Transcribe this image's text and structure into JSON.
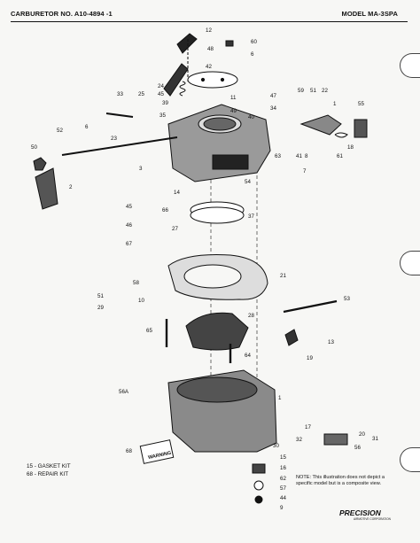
{
  "header": {
    "carburetor_no": "CARBURETOR NO. A10-4894 -1",
    "model": "MODEL MA-3SPA"
  },
  "callouts": [
    {
      "key": "c12",
      "text": "12"
    },
    {
      "key": "c60",
      "text": "60"
    },
    {
      "key": "c48",
      "text": "48"
    },
    {
      "key": "c6a",
      "text": "6"
    },
    {
      "key": "c42",
      "text": "42"
    },
    {
      "key": "c24",
      "text": "24"
    },
    {
      "key": "c45a",
      "text": "45"
    },
    {
      "key": "c39",
      "text": "39"
    },
    {
      "key": "c11",
      "text": "11"
    },
    {
      "key": "c47",
      "text": "47"
    },
    {
      "key": "c49",
      "text": "49"
    },
    {
      "key": "c34",
      "text": "34"
    },
    {
      "key": "c33",
      "text": "33"
    },
    {
      "key": "c25",
      "text": "25"
    },
    {
      "key": "c35",
      "text": "35"
    },
    {
      "key": "c59",
      "text": "59"
    },
    {
      "key": "c51a",
      "text": "51"
    },
    {
      "key": "c22",
      "text": "22"
    },
    {
      "key": "c1a",
      "text": "1"
    },
    {
      "key": "c55",
      "text": "55"
    },
    {
      "key": "c40",
      "text": "40"
    },
    {
      "key": "c6b",
      "text": "6"
    },
    {
      "key": "c52",
      "text": "52"
    },
    {
      "key": "c23",
      "text": "23"
    },
    {
      "key": "c50",
      "text": "50"
    },
    {
      "key": "c3",
      "text": "3"
    },
    {
      "key": "c2",
      "text": "2"
    },
    {
      "key": "c18",
      "text": "18"
    },
    {
      "key": "c63",
      "text": "63"
    },
    {
      "key": "c41",
      "text": "41"
    },
    {
      "key": "c8",
      "text": "8"
    },
    {
      "key": "c61",
      "text": "61"
    },
    {
      "key": "c7",
      "text": "7"
    },
    {
      "key": "c54",
      "text": "54"
    },
    {
      "key": "c14",
      "text": "14"
    },
    {
      "key": "c45b",
      "text": "45"
    },
    {
      "key": "c66",
      "text": "66"
    },
    {
      "key": "c37",
      "text": "37"
    },
    {
      "key": "c46",
      "text": "46"
    },
    {
      "key": "c27",
      "text": "27"
    },
    {
      "key": "c67",
      "text": "67"
    },
    {
      "key": "c21",
      "text": "21"
    },
    {
      "key": "c58",
      "text": "58"
    },
    {
      "key": "c51b",
      "text": "51"
    },
    {
      "key": "c10",
      "text": "10"
    },
    {
      "key": "c29",
      "text": "29"
    },
    {
      "key": "c28",
      "text": "28"
    },
    {
      "key": "c53",
      "text": "53"
    },
    {
      "key": "c65",
      "text": "65"
    },
    {
      "key": "c13",
      "text": "13"
    },
    {
      "key": "c64",
      "text": "64"
    },
    {
      "key": "c19",
      "text": "19"
    },
    {
      "key": "c56a",
      "text": "56A"
    },
    {
      "key": "c1b",
      "text": "1"
    },
    {
      "key": "c17",
      "text": "17"
    },
    {
      "key": "c20",
      "text": "20"
    },
    {
      "key": "c31",
      "text": "31"
    },
    {
      "key": "c32",
      "text": "32"
    },
    {
      "key": "c56",
      "text": "56"
    },
    {
      "key": "c30",
      "text": "30"
    },
    {
      "key": "c15",
      "text": "15"
    },
    {
      "key": "c16",
      "text": "16"
    },
    {
      "key": "c62",
      "text": "62"
    },
    {
      "key": "c57",
      "text": "57"
    },
    {
      "key": "c44",
      "text": "44"
    },
    {
      "key": "c9",
      "text": "9"
    },
    {
      "key": "c68",
      "text": "68"
    }
  ],
  "warning_label": "WARNING",
  "kits": {
    "gasket": "15 - GASKET KIT",
    "repair": "68 - REPAIR KIT"
  },
  "note": "NOTE: This illustration does not depict a specific model but is a composite view.",
  "brand": {
    "name": "PRECISION",
    "subtitle": "AIRMOTIVE CORPORATION"
  }
}
